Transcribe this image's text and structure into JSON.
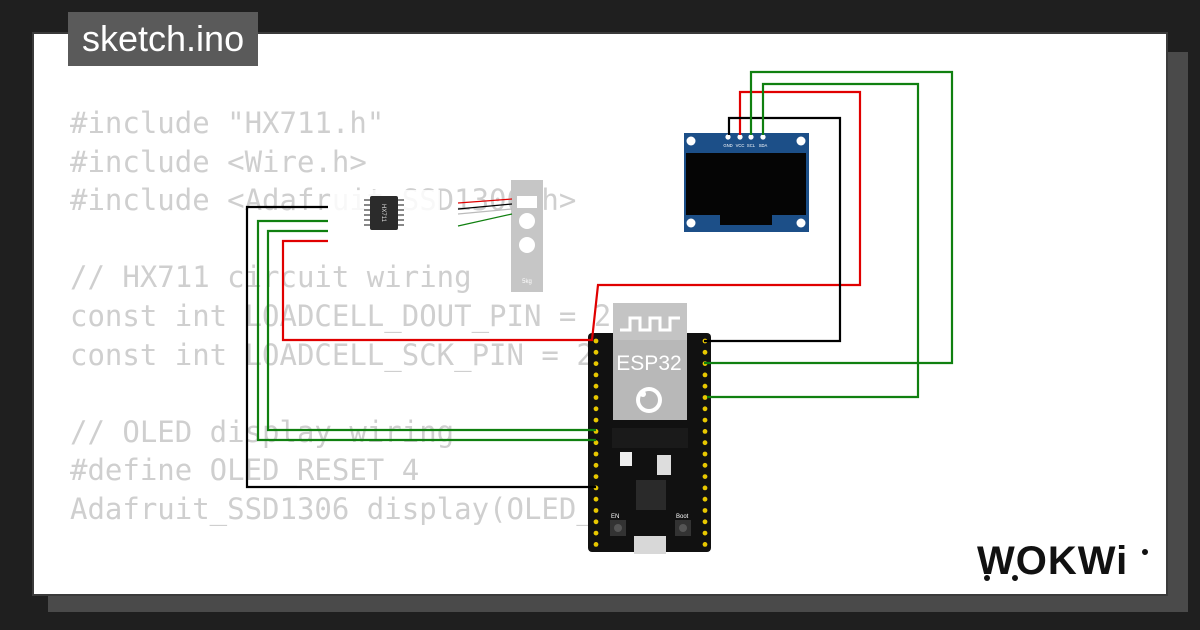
{
  "file_tab": {
    "label": "sketch.ino"
  },
  "code": {
    "lines": [
      "#include \"HX711.h\"",
      "#include <Wire.h>",
      "#include <Adafruit_SSD1306.h>",
      "",
      "// HX711 circuit wiring",
      "const int LOADCELL_DOUT_PIN = 25;",
      "const int LOADCELL_SCK_PIN = 26;",
      "",
      "// OLED display wiring",
      "#define OLED_RESET 4",
      "Adafruit_SSD1306 display(OLED_RESET);"
    ]
  },
  "components": {
    "hx711": {
      "label": "HX711"
    },
    "loadcell": {
      "label": "5kg"
    },
    "oled": {
      "pins": [
        "GND",
        "VCC",
        "SCL",
        "SDA"
      ]
    },
    "esp32": {
      "label": "ESP32",
      "en_label": "EN",
      "boot_label": "Boot"
    }
  },
  "wires": {
    "black": "#000000",
    "red": "#e00000",
    "green": "#108010"
  },
  "brand": {
    "label": "WOKWi"
  }
}
